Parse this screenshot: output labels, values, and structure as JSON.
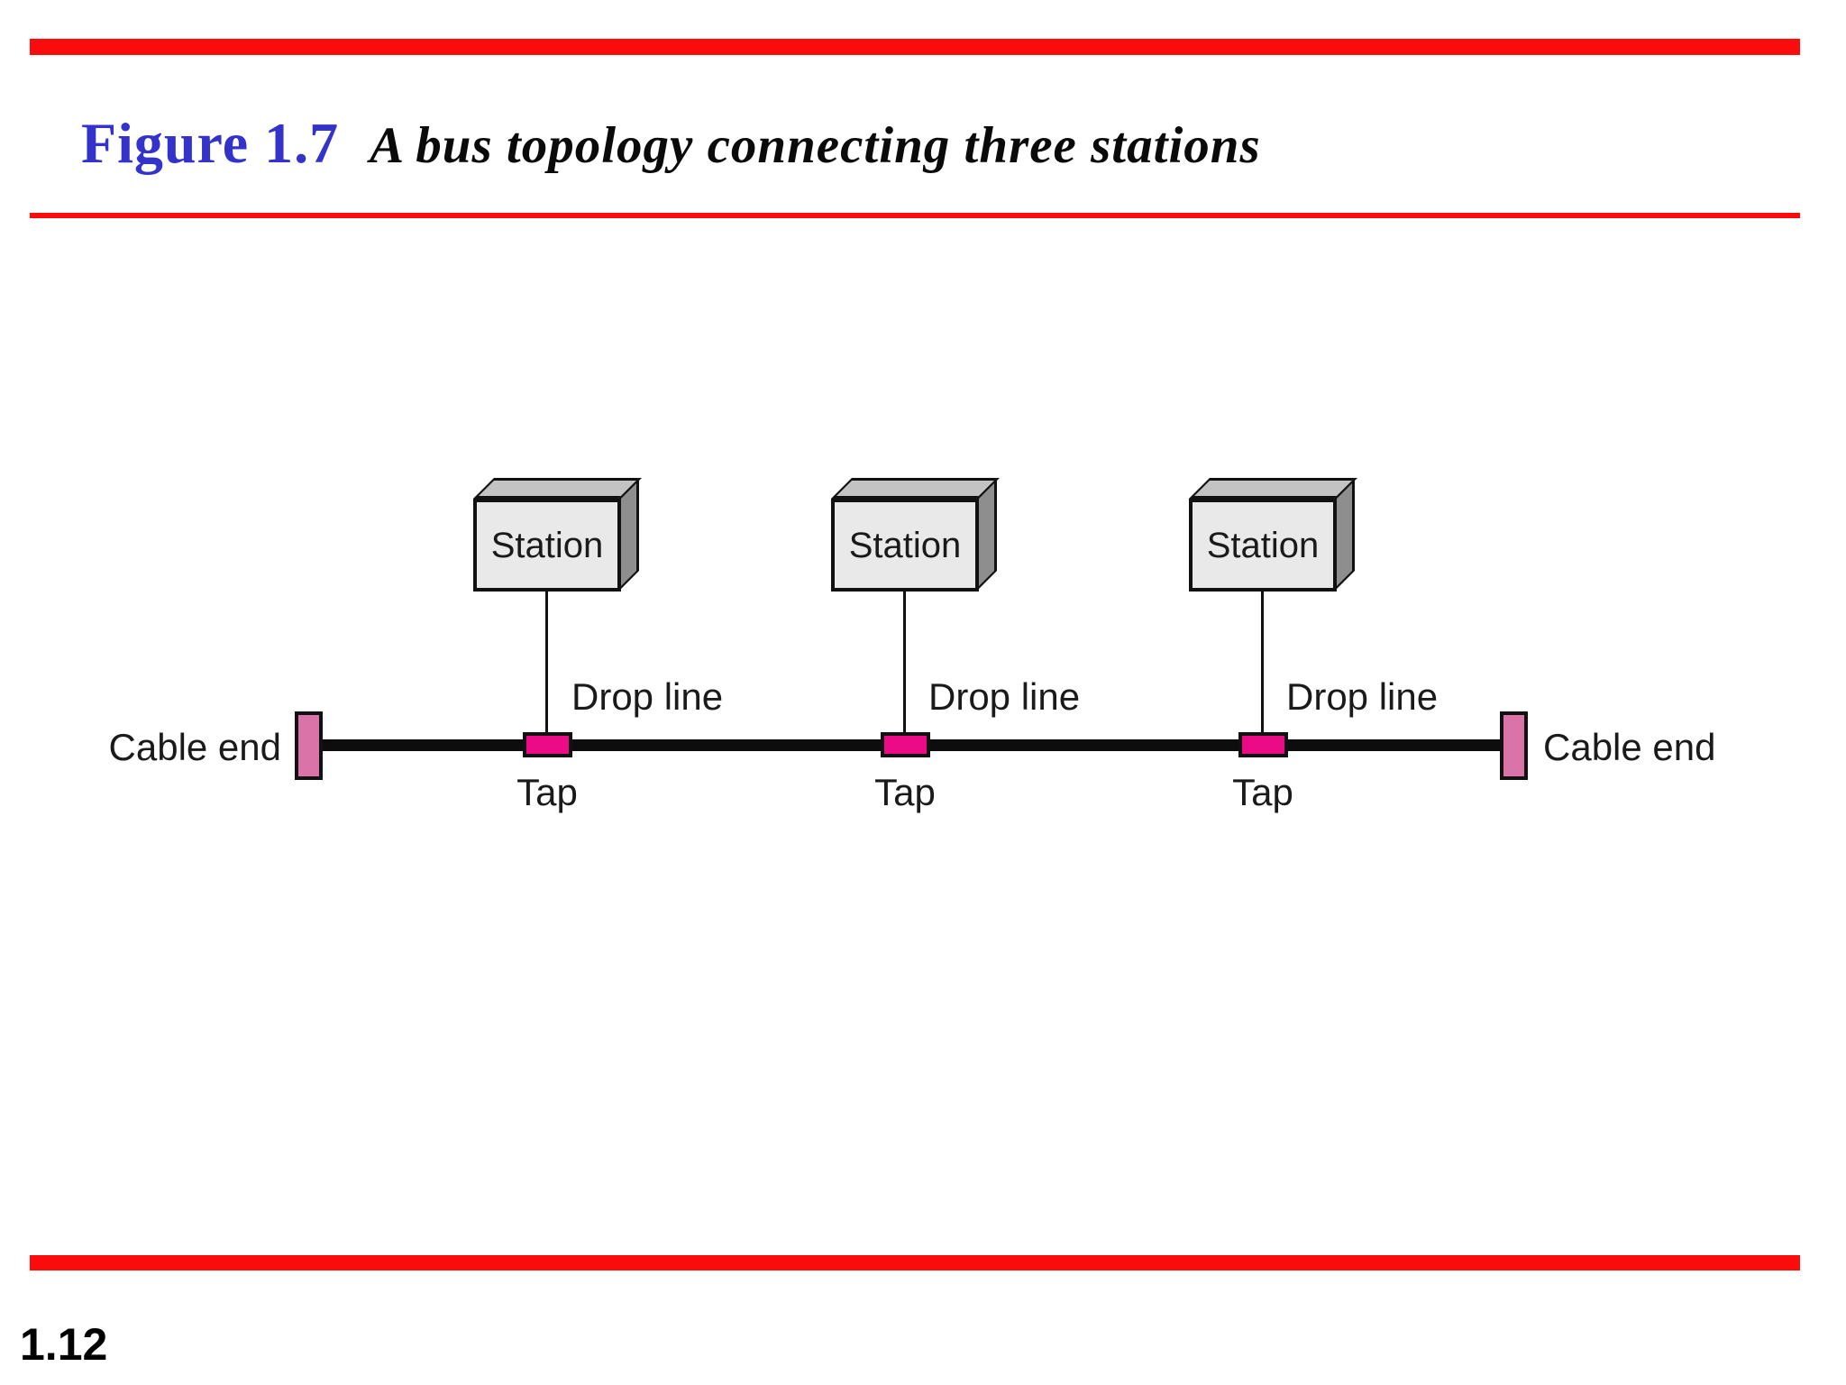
{
  "header": {
    "figure_label": "Figure 1.7",
    "figure_caption": "A bus topology connecting three stations"
  },
  "diagram": {
    "stations": [
      {
        "label": "Station",
        "drop_line_label": "Drop line",
        "tap_label": "Tap"
      },
      {
        "label": "Station",
        "drop_line_label": "Drop line",
        "tap_label": "Tap"
      },
      {
        "label": "Station",
        "drop_line_label": "Drop line",
        "tap_label": "Tap"
      }
    ],
    "cable_end_left_label": "Cable end",
    "cable_end_right_label": "Cable end"
  },
  "footer": {
    "page_number": "1.12"
  },
  "colors": {
    "accent_red": "#fb0c0c",
    "figure_label_blue": "#3333cc",
    "tap_magenta": "#ec0b86",
    "cable_end_pink": "#d973a8",
    "box_front_gray": "#e9e9e9",
    "box_top_gray": "#c3c3c3",
    "box_side_gray": "#8e8e8e",
    "bus_line_black": "#0d0d0d"
  }
}
